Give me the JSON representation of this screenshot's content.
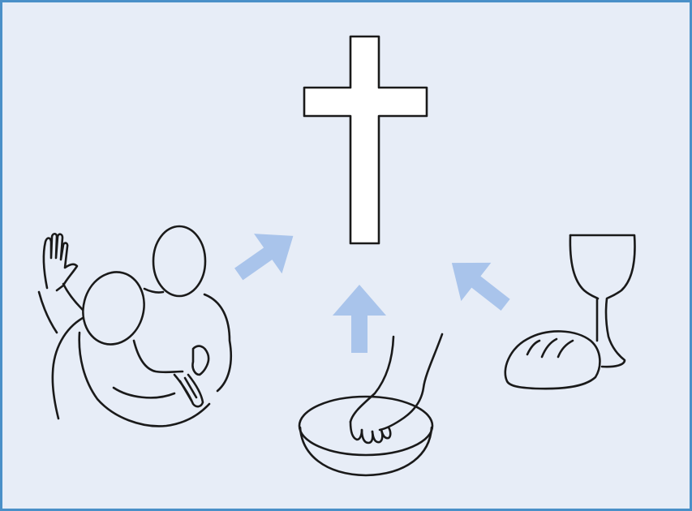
{
  "colors": {
    "background": "#e7edf7",
    "border": "#4a90c8",
    "arrow": "#a9c4eb",
    "ink": "#1a1a1a",
    "cross_fill": "#ffffff"
  },
  "elements": {
    "cross": {
      "icon": "cross-icon"
    },
    "people": {
      "icon": "embracing-people-icon"
    },
    "foot_washing": {
      "icon": "foot-in-basin-icon"
    },
    "communion": {
      "icon": "chalice-and-bread-icon"
    },
    "arrows": [
      "arrow-up-right",
      "arrow-up",
      "arrow-up-left"
    ]
  }
}
